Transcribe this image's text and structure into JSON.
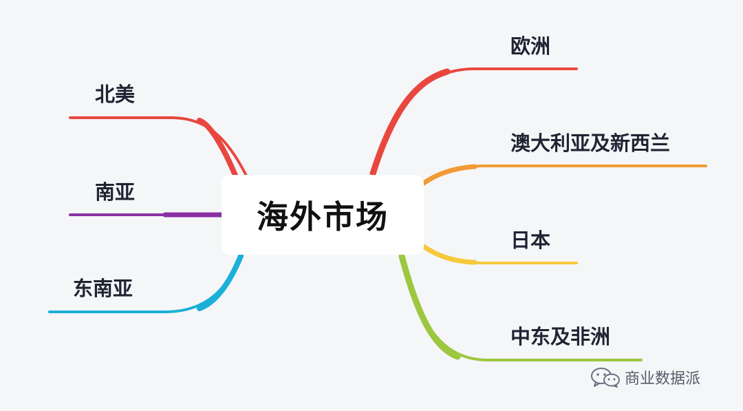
{
  "center": {
    "label": "海外市场"
  },
  "branches": [
    {
      "key": "north-america",
      "label": "北美",
      "color": "#e8473f"
    },
    {
      "key": "south-asia",
      "label": "南亚",
      "color": "#8a2fa3"
    },
    {
      "key": "southeast-asia",
      "label": "东南亚",
      "color": "#1ab0d8"
    },
    {
      "key": "europe",
      "label": "欧洲",
      "color": "#e8473f"
    },
    {
      "key": "australia-nz",
      "label": "澳大利亚及新西兰",
      "color": "#f29a35"
    },
    {
      "key": "japan",
      "label": "日本",
      "color": "#f5c93a"
    },
    {
      "key": "middle-east-africa",
      "label": "中东及非洲",
      "color": "#9cc73f"
    }
  ],
  "watermark": {
    "text": "商业数据派",
    "icon": "wechat-icon"
  }
}
